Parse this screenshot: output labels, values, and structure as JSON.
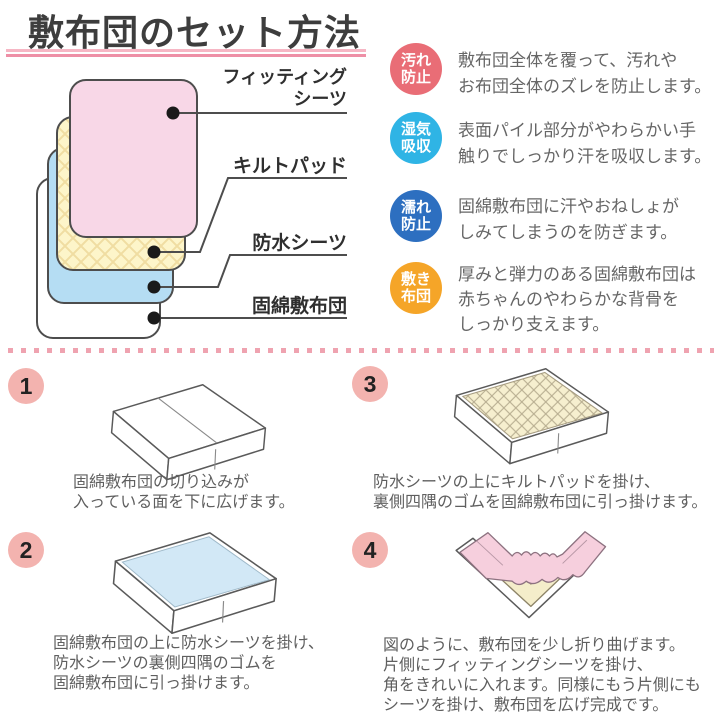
{
  "title": "敷布団のセット方法",
  "diagram": {
    "labels": [
      {
        "id": "fitting-sheet",
        "text": "フィッティング\nシーツ"
      },
      {
        "id": "quilt-pad",
        "text": "キルトパッド"
      },
      {
        "id": "waterproof-sheet",
        "text": "防水シーツ"
      },
      {
        "id": "firm-cotton-futon",
        "text": "固綿敷布団"
      }
    ]
  },
  "features": [
    {
      "badge": "汚れ\n防止",
      "color": "#e96d76",
      "desc": "敷布団全体を覆って、汚れや\nお布団全体のズレを防止します。"
    },
    {
      "badge": "湿気\n吸収",
      "color": "#2fb4e5",
      "desc": "表面パイル部分がやわらかい手\n触りでしっかり汗を吸収します。"
    },
    {
      "badge": "濡れ\n防止",
      "color": "#2d6fc0",
      "desc": "固綿敷布団に汗やおねしょが\nしみてしまうのを防ぎます。"
    },
    {
      "badge": "敷き\n布団",
      "color": "#f5a528",
      "desc": "厚みと弾力のある固綿敷布団は\n赤ちゃんのやわらかな背骨を\nしっかり支えます。"
    }
  ],
  "steps": [
    {
      "num": "1",
      "caption": "固綿敷布団の切り込みが\n入っている面を下に広げます。"
    },
    {
      "num": "2",
      "caption": "固綿敷布団の上に防水シーツを掛け、\n防水シーツの裏側四隅のゴムを\n固綿敷布団に引っ掛けます。"
    },
    {
      "num": "3",
      "caption": "防水シーツの上にキルトパッドを掛け、\n裏側四隅のゴムを固綿敷布団に引っ掛けます。"
    },
    {
      "num": "4",
      "caption": "図のように、敷布団を少し折り曲げます。\n片側にフィッティングシーツを掛け、\n角をきれいに入れます。同様にもう片側にも\nシーツを掛け、敷布団を広げ完成です。"
    }
  ],
  "colors": {
    "title_underline_top": "#f6b6c4",
    "title_underline_bottom": "#ee8fa6",
    "divider_pink": "#efa3b0",
    "badge_stain_red": "#e96d76",
    "badge_moisture_lightblue": "#2fb4e5",
    "badge_wet_blue": "#2d6fc0",
    "badge_futon_orange": "#f5a528",
    "step_number_circle_pink": "#f3b3af",
    "layer_fitting_pink": "#f8d7e7",
    "layer_quilt_cream": "#fdf5ca",
    "layer_waterproof_blue": "#b5ddf3",
    "layer_futon_white": "#ffffff"
  }
}
